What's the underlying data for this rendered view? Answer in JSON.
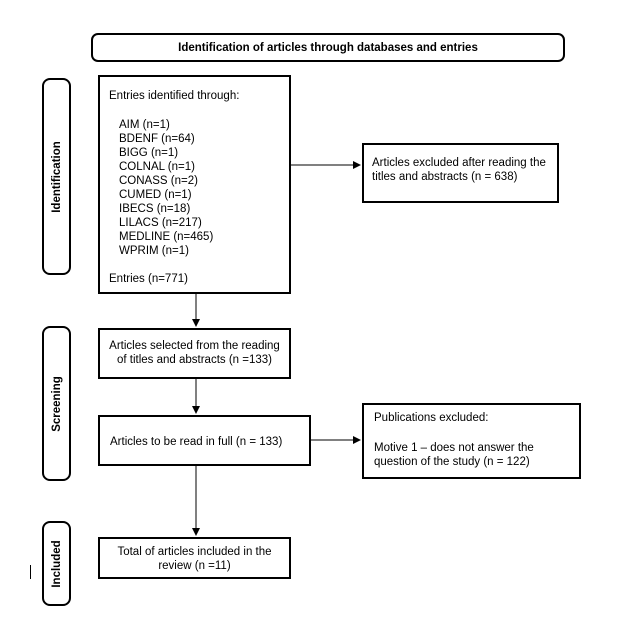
{
  "header": "Identification of articles through databases and entries",
  "stages": {
    "identification": "Identification",
    "screening": "Screening",
    "included": "Included"
  },
  "entries_box": {
    "title": "Entries identified through:",
    "databases": [
      "AIM (n=1)",
      "BDENF (n=64)",
      "BIGG (n=1)",
      "COLNAL (n=1)",
      "CONASS (n=2)",
      "CUMED (n=1)",
      "IBECS (n=18)",
      "LILACS (n=217)",
      "MEDLINE (n=465)",
      "WPRIM (n=1)"
    ],
    "total": "Entries (n=771)"
  },
  "excluded_titles": "Articles excluded after reading the titles and abstracts (n = 638)",
  "selected": "Articles selected from the reading of titles and abstracts (n =133)",
  "full_read": "Articles to be read in full (n = 133)",
  "publications_excluded": {
    "title": "Publications excluded:",
    "reason": "Motive 1 – does not answer the question of the study (n = 122)"
  },
  "included": "Total of articles included in the review (n =11)"
}
